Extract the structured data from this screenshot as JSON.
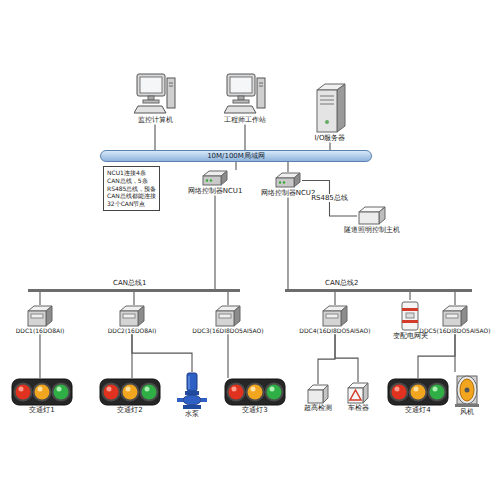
{
  "diagram": {
    "nodes": [
      {
        "text": [
          "监控计算机"
        ]
      },
      {
        "text": [
          "工程师工作站"
        ]
      },
      {
        "text": [
          "I/O服务器"
        ]
      },
      {
        "text": [
          "10M/100M局域网"
        ]
      },
      {
        "text": [
          "NCU1连接4条",
          "CAN总线，5条",
          "RS485总线，预备",
          "CAN总线都能连接",
          "32个CAN节点"
        ]
      },
      {
        "text": [
          "网络控制器NCU1"
        ]
      },
      {
        "text": [
          "网络控制器NCU2"
        ]
      },
      {
        "text": [
          "隧道照明控制主机"
        ]
      },
      {
        "text": [
          "CAN总线1"
        ]
      },
      {
        "text": [
          "CAN总线2"
        ]
      },
      {
        "text": [
          "DDC1(16DO8AI)"
        ]
      },
      {
        "text": [
          "DDC2(16DO8AI)"
        ]
      },
      {
        "text": [
          "DDC3(16DI8DO5AI5AO)"
        ]
      },
      {
        "text": [
          "DDC4(16DI8DO5AI5AO)"
        ]
      },
      {
        "text": [
          "变配电网关"
        ]
      },
      {
        "text": [
          "DDC5(16DI8DO5AI5AO)"
        ]
      },
      {
        "text": [
          "交通灯1"
        ]
      },
      {
        "text": [
          "交通灯2"
        ]
      },
      {
        "text": [
          "水泵"
        ]
      },
      {
        "text": [
          "交通灯3"
        ]
      },
      {
        "text": [
          "超高检测"
        ]
      },
      {
        "text": [
          "车检器"
        ]
      },
      {
        "text": [
          "交通灯4"
        ]
      },
      {
        "text": [
          "风机"
        ]
      }
    ],
    "edges": [
      {
        "from": 0,
        "to": 3,
        "arrow": "none"
      },
      {
        "from": 1,
        "to": 3,
        "arrow": "none"
      },
      {
        "from": 2,
        "to": 3,
        "arrow": "none"
      },
      {
        "from": 3,
        "to": 5,
        "arrow": "none"
      },
      {
        "from": 3,
        "to": 6,
        "arrow": "none"
      },
      {
        "from": 5,
        "to": 8,
        "arrow": "none"
      },
      {
        "from": 6,
        "to": 7,
        "label": "RS485总线",
        "arrow": "none"
      },
      {
        "from": 6,
        "to": 9,
        "arrow": "none"
      },
      {
        "from": 8,
        "to": 10,
        "arrow": "none"
      },
      {
        "from": 8,
        "to": 11,
        "arrow": "none"
      },
      {
        "from": 8,
        "to": 12,
        "arrow": "none"
      },
      {
        "from": 9,
        "to": 13,
        "arrow": "none"
      },
      {
        "from": 9,
        "to": 14,
        "arrow": "none"
      },
      {
        "from": 9,
        "to": 15,
        "arrow": "none"
      },
      {
        "from": 10,
        "to": 16,
        "arrow": "none"
      },
      {
        "from": 11,
        "to": 17,
        "arrow": "none"
      },
      {
        "from": 11,
        "to": 18,
        "arrow": "none"
      },
      {
        "from": 12,
        "to": 19,
        "arrow": "none"
      },
      {
        "from": 13,
        "to": 20,
        "arrow": "none"
      },
      {
        "from": 13,
        "to": 21,
        "arrow": "none"
      },
      {
        "from": 15,
        "to": 22,
        "arrow": "none"
      },
      {
        "from": 15,
        "to": 23,
        "arrow": "none"
      }
    ]
  }
}
